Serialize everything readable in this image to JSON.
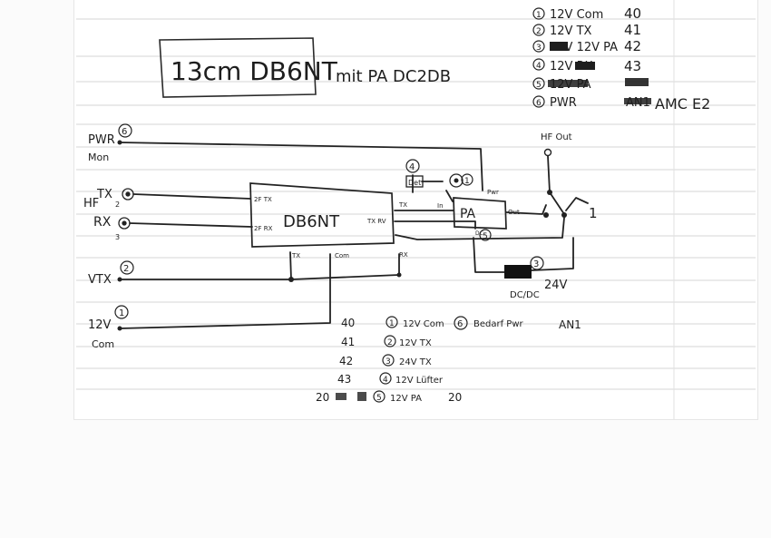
{
  "diagram": {
    "title": "13cm DB6NT",
    "subtitle": "mit PA DC2DB",
    "pinout_top": [
      {
        "num": "1",
        "label": "12V Com",
        "value": "40"
      },
      {
        "num": "2",
        "label": "12V TX",
        "value": "41"
      },
      {
        "num": "3",
        "label": "24V 12V PA",
        "value": "42"
      },
      {
        "num": "4",
        "label": "12V RX",
        "value": "43"
      },
      {
        "num": "5",
        "label": "12V PA",
        "value": ""
      },
      {
        "num": "6",
        "label": "PWR",
        "value": "AN1"
      }
    ],
    "amc_note": "AMC E2",
    "left_terminals": {
      "pwr": "PWR",
      "pwr_sub": "Mon",
      "pwr_num": "6",
      "hf": "HF",
      "tx": "TX",
      "tx_num": "2",
      "rx": "RX",
      "rx_num": "3",
      "vtx": "VTX",
      "vtx_num": "2",
      "v12": "12V",
      "v12_sub": "Com",
      "v12_num": "1"
    },
    "blocks": {
      "transverter": "DB6NT",
      "transverter_2ftx": "2F TX",
      "transverter_2frx": "2F RX",
      "transverter_txrv": "TX RV",
      "transverter_tx": "TX",
      "transverter_rx": "RX",
      "transverter_tx_bottom": "TX",
      "transverter_com_bottom": "Com",
      "pa": "PA",
      "pa_in": "In",
      "pa_out": "Out",
      "pa_pwr": "Pwr",
      "pa_dc": "DC",
      "det": "Det",
      "det_num": "4",
      "relay_num": "1",
      "pa_num": "5",
      "hf_out": "HF Out",
      "relay_label": "1",
      "dcdc": "DC/DC",
      "dcdc_num": "3",
      "v24": "24V"
    },
    "pinout_bottom": [
      {
        "num": "1",
        "code": "40",
        "label": "12V Com"
      },
      {
        "num": "2",
        "code": "41",
        "label": "12V TX"
      },
      {
        "num": "3",
        "code": "42",
        "label": "24V TX"
      },
      {
        "num": "4",
        "code": "43",
        "label": "12V Lüfter"
      },
      {
        "num": "5",
        "code": "20",
        "label": "12V PA",
        "extra": "20"
      }
    ],
    "bottom_extra": {
      "num": "6",
      "label": "Bedarf Pwr",
      "pin": "AN1"
    }
  }
}
